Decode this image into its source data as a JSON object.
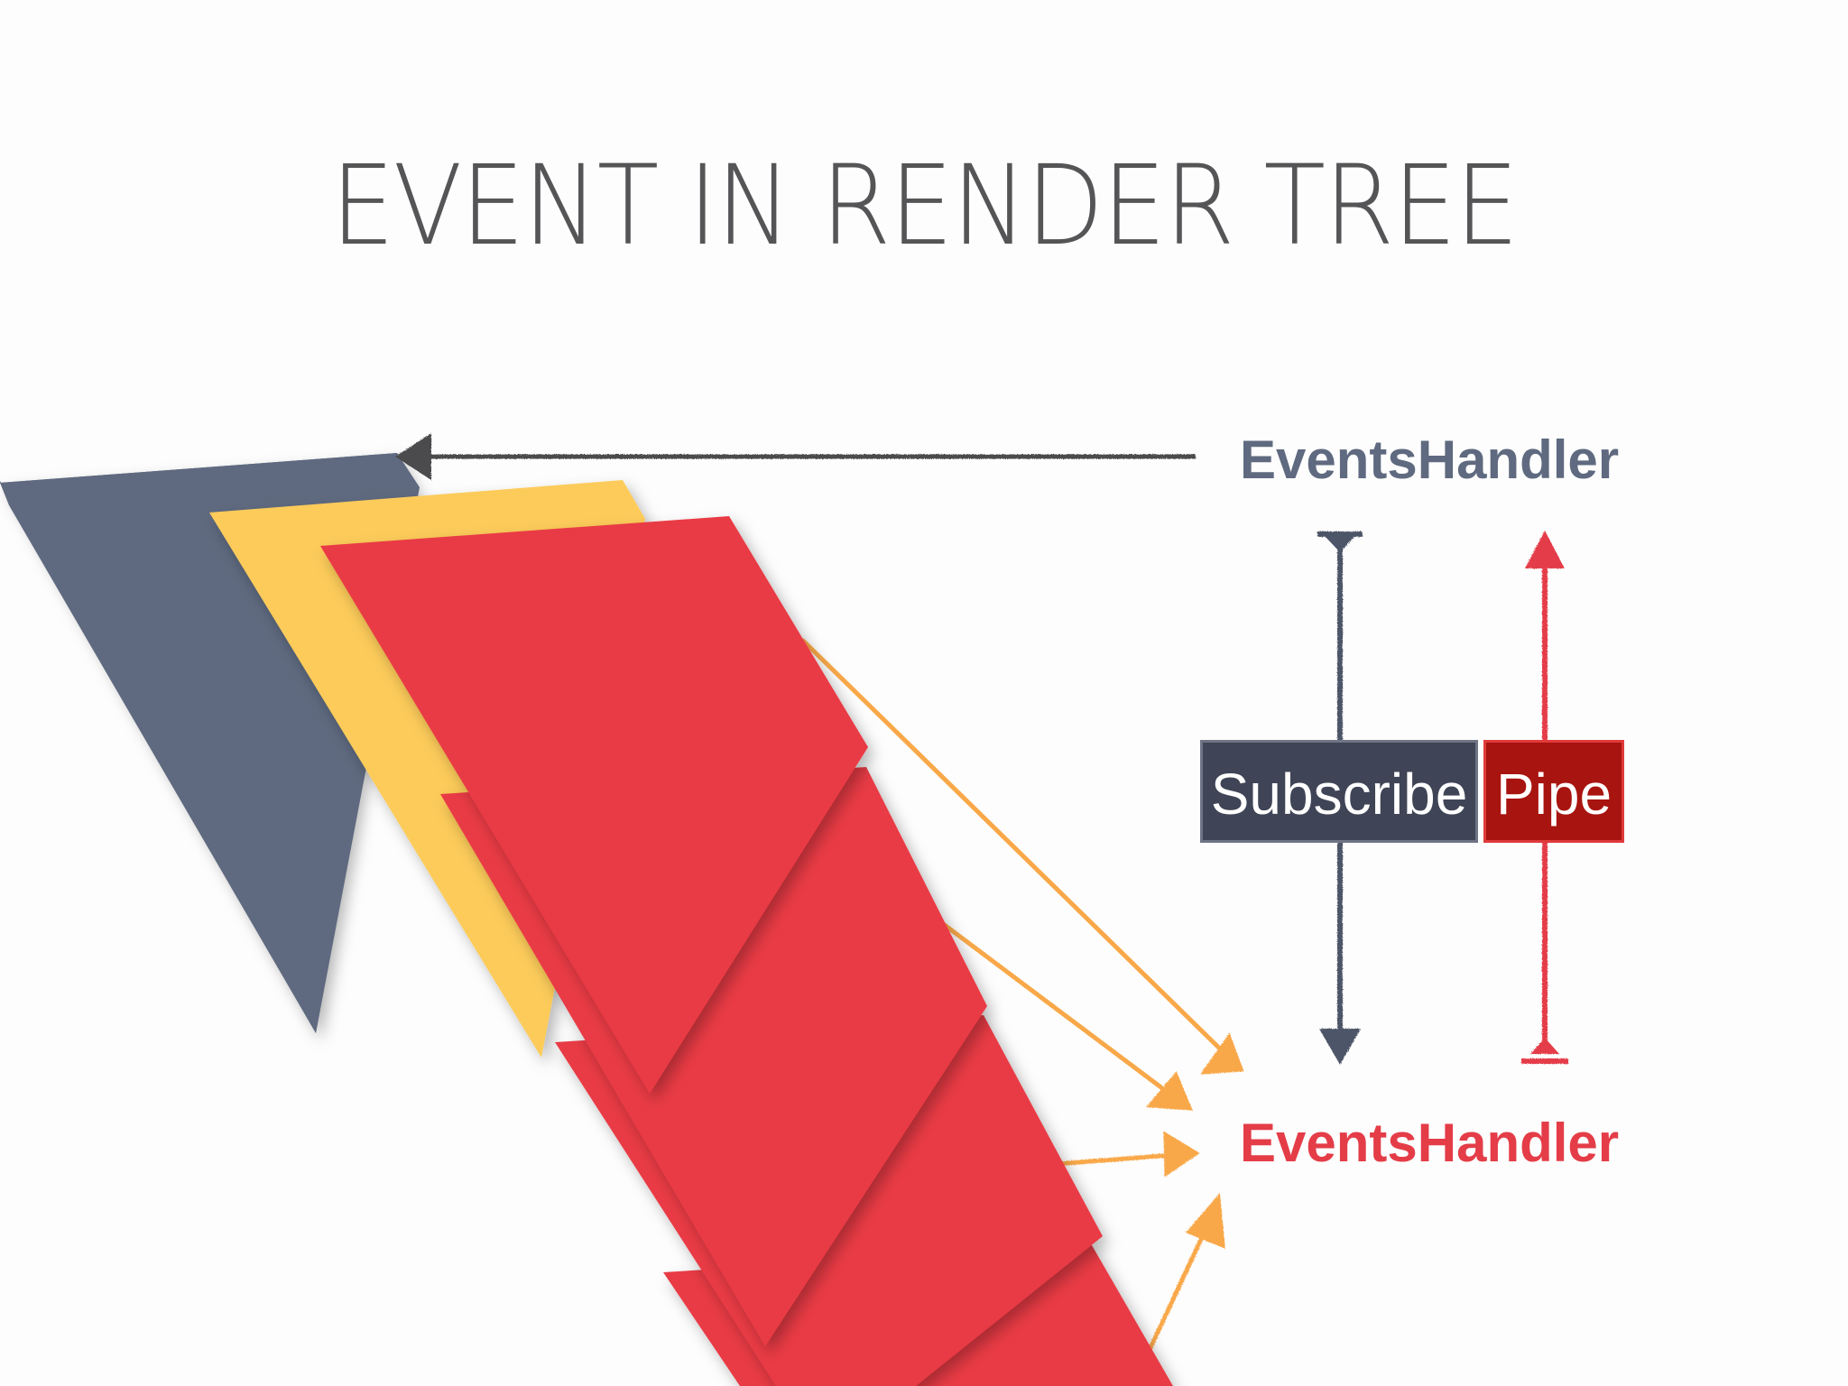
{
  "slide": {
    "title": "EVENT IN RENDER TREE"
  },
  "labels": {
    "events_handler_top": "EventsHandler",
    "events_handler_bottom": "EventsHandler",
    "subscribe": "Subscribe",
    "pipe": "Pipe"
  },
  "colors": {
    "slate": "#5f6a80",
    "yellow": "#fccb5a",
    "red": "#e93b45",
    "orange_arrow": "#f9a84a",
    "dark_arrow": "#4b4b4d",
    "subscribe_bg": "#3f4556",
    "pipe_bg": "#a8140f"
  }
}
